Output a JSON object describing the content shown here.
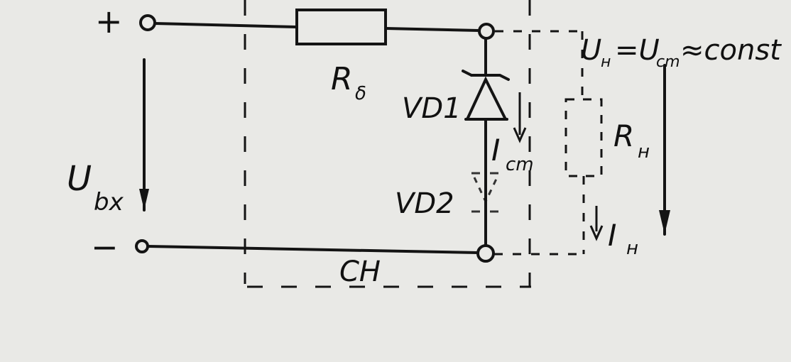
{
  "labels": {
    "plus": "+",
    "minus": "−",
    "r_ballast": "R",
    "r_ballast_sub": "δ",
    "vd1": "VD1",
    "vd2": "VD2",
    "i_st": "I",
    "i_st_sub": "cm",
    "u_in": "U",
    "u_in_sub": "bx",
    "r_load": "R",
    "r_load_sub": "н",
    "i_load": "I",
    "i_load_sub": "н",
    "u_out_formula": "U",
    "u_out_sub": "н",
    "u_out_eq": "=U",
    "u_out_sub2": "cm",
    "u_out_const": "≈const",
    "block_name": "CH"
  }
}
